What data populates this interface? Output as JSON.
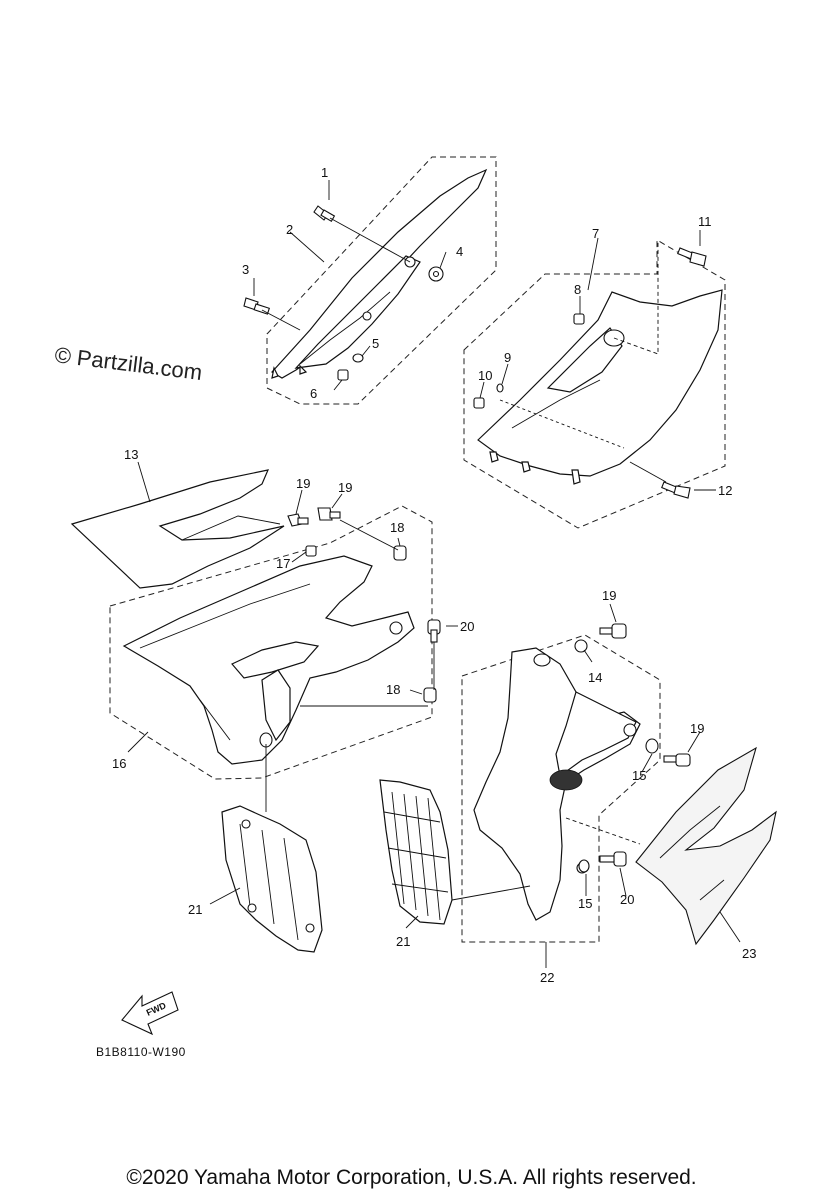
{
  "watermark": "© Partzilla.com",
  "diagram_code": "B1B8110-W190",
  "fwd_label": "FWD",
  "copyright": "©2020 Yamaha Motor Corporation, U.S.A. All rights reserved.",
  "callouts": [
    "1",
    "2",
    "3",
    "4",
    "5",
    "6",
    "7",
    "8",
    "9",
    "10",
    "11",
    "12",
    "13",
    "14",
    "15",
    "15",
    "16",
    "17",
    "18",
    "18",
    "19",
    "19",
    "19",
    "19",
    "20",
    "20",
    "21",
    "21",
    "22",
    "23"
  ]
}
